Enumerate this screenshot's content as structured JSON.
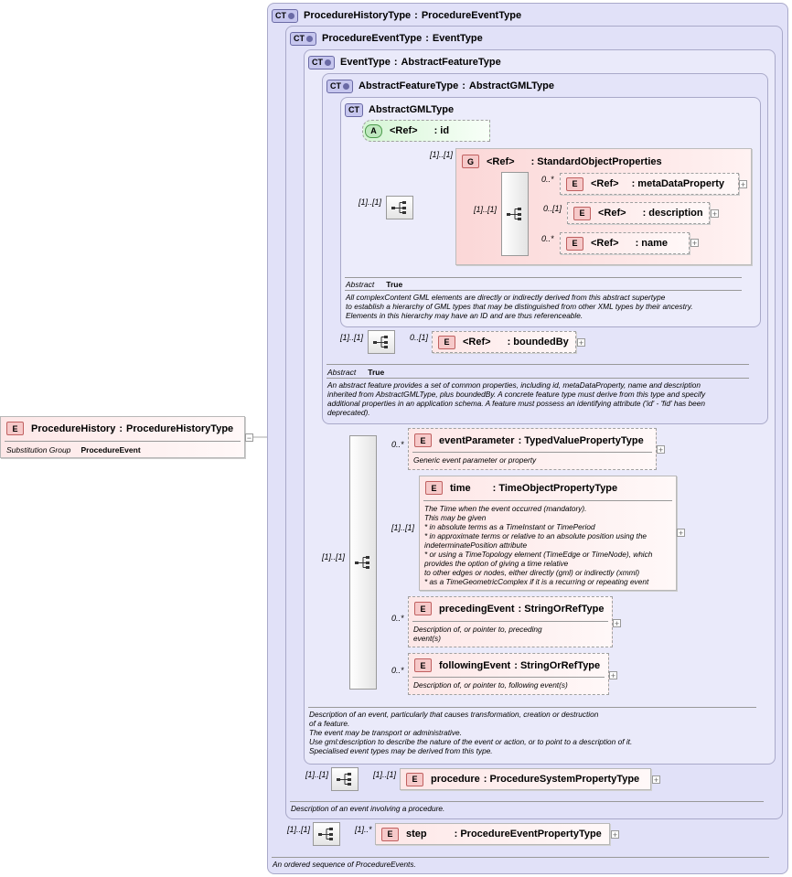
{
  "root": {
    "badge": "E",
    "name": "ProcedureHistory",
    "type": "ProcedureHistoryType",
    "subst_label": "Substitution Group",
    "subst_value": "ProcedureEvent"
  },
  "ct_procedure_history": {
    "badge": "CT",
    "title": "ProcedureHistoryType",
    "base": "ProcedureEventType",
    "doc": "An ordered sequence of ProcedureEvents."
  },
  "ct_procedure_event": {
    "badge": "CT",
    "title": "ProcedureEventType",
    "base": "EventType",
    "doc": "Description of an event involving a procedure."
  },
  "ct_event": {
    "badge": "CT",
    "title": "EventType",
    "base": "AbstractFeatureType",
    "doc": "Description of an event, particularly that causes transformation, creation or destruction\nof a feature.\nThe event may be transport or administrative.\nUse gml:description to describe the nature of the event or action, or to point to a description of it.\nSpecialised event types may be derived from this type."
  },
  "ct_abstract_feature": {
    "badge": "CT",
    "title": "AbstractFeatureType",
    "base": "AbstractGMLType",
    "abstract_label": "Abstract",
    "abstract_value": "True",
    "doc": "An abstract feature provides a set of common properties, including id, metaDataProperty, name and description\ninherited from AbstractGMLType, plus boundedBy.    A concrete feature type must derive from this type and specify\nadditional  properties in an application schema. A feature must possess an identifying attribute ('id' - 'fid' has been\ndeprecated)."
  },
  "ct_abstract_gml": {
    "badge": "CT",
    "title": "AbstractGMLType",
    "abstract_label": "Abstract",
    "abstract_value": "True",
    "doc": "All complexContent GML elements are directly or indirectly derived from this abstract supertype\nto establish a hierarchy of GML types that may be distinguished from other XML types by their ancestry.\nElements in this hierarchy may have an ID and are thus referenceable."
  },
  "attr_id": {
    "badge": "A",
    "ref": "<Ref>",
    "name": ": id"
  },
  "group_sop": {
    "badge": "G",
    "ref": "<Ref>",
    "name": ": StandardObjectProperties",
    "mult": "[1]..[1]"
  },
  "sop_items": [
    {
      "mult": "0..*",
      "ref": "<Ref>",
      "name": ": metaDataProperty"
    },
    {
      "mult": "0..[1]",
      "ref": "<Ref>",
      "name": ": description"
    },
    {
      "mult": "0..*",
      "ref": "<Ref>",
      "name": ": name"
    }
  ],
  "bounded_by": {
    "ref": "<Ref>",
    "name": ": boundedBy",
    "mult": "0..[1]"
  },
  "event_items": [
    {
      "name": "eventParameter",
      "type": ": TypedValuePropertyType",
      "mult": "0..*",
      "doc": "Generic event parameter or property"
    },
    {
      "name": "time",
      "type": ": TimeObjectPropertyType",
      "mult": "[1]..[1]",
      "doc": "The Time when the event occurred (mandatory).\nThis may be given\n* in absolute terms as a TimeInstant or TimePeriod\n* in approximate terms or relative to an absolute position using the\nindeterminatePosition attribute\n* or using a TimeTopology element (TimeEdge or TimeNode), which\nprovides the option of giving a time relative\nto other edges or nodes, either directly (gml) or indirectly (xmml)\n* as a TimeGeometricComplex if it is a recurring or repeating event"
    },
    {
      "name": "precedingEvent",
      "type": ": StringOrRefType",
      "mult": "0..*",
      "doc": "Description of, or pointer to, preceding\nevent(s)"
    },
    {
      "name": "followingEvent",
      "type": ": StringOrRefType",
      "mult": "0..*",
      "doc": "Description of, or pointer to, following event(s)"
    }
  ],
  "procedure": {
    "name": "procedure",
    "type": ": ProcedureSystemPropertyType",
    "mult": "[1]..[1]"
  },
  "step": {
    "name": "step",
    "type": ": ProcedureEventPropertyType",
    "mult": "[1]..*"
  },
  "seq_mults": {
    "gml_seq": "[1]..[1]",
    "sop_seq": "[1]..[1]",
    "feature_seq": "[1]..[1]",
    "event_seq": "[1]..[1]",
    "pe_seq": "[1]..[1]",
    "ph_seq": "[1]..[1]"
  },
  "expand_glyph": "+",
  "collapse_glyph": "−",
  "icons": {
    "sequence": "sequence-icon",
    "expand": "expand-icon"
  }
}
